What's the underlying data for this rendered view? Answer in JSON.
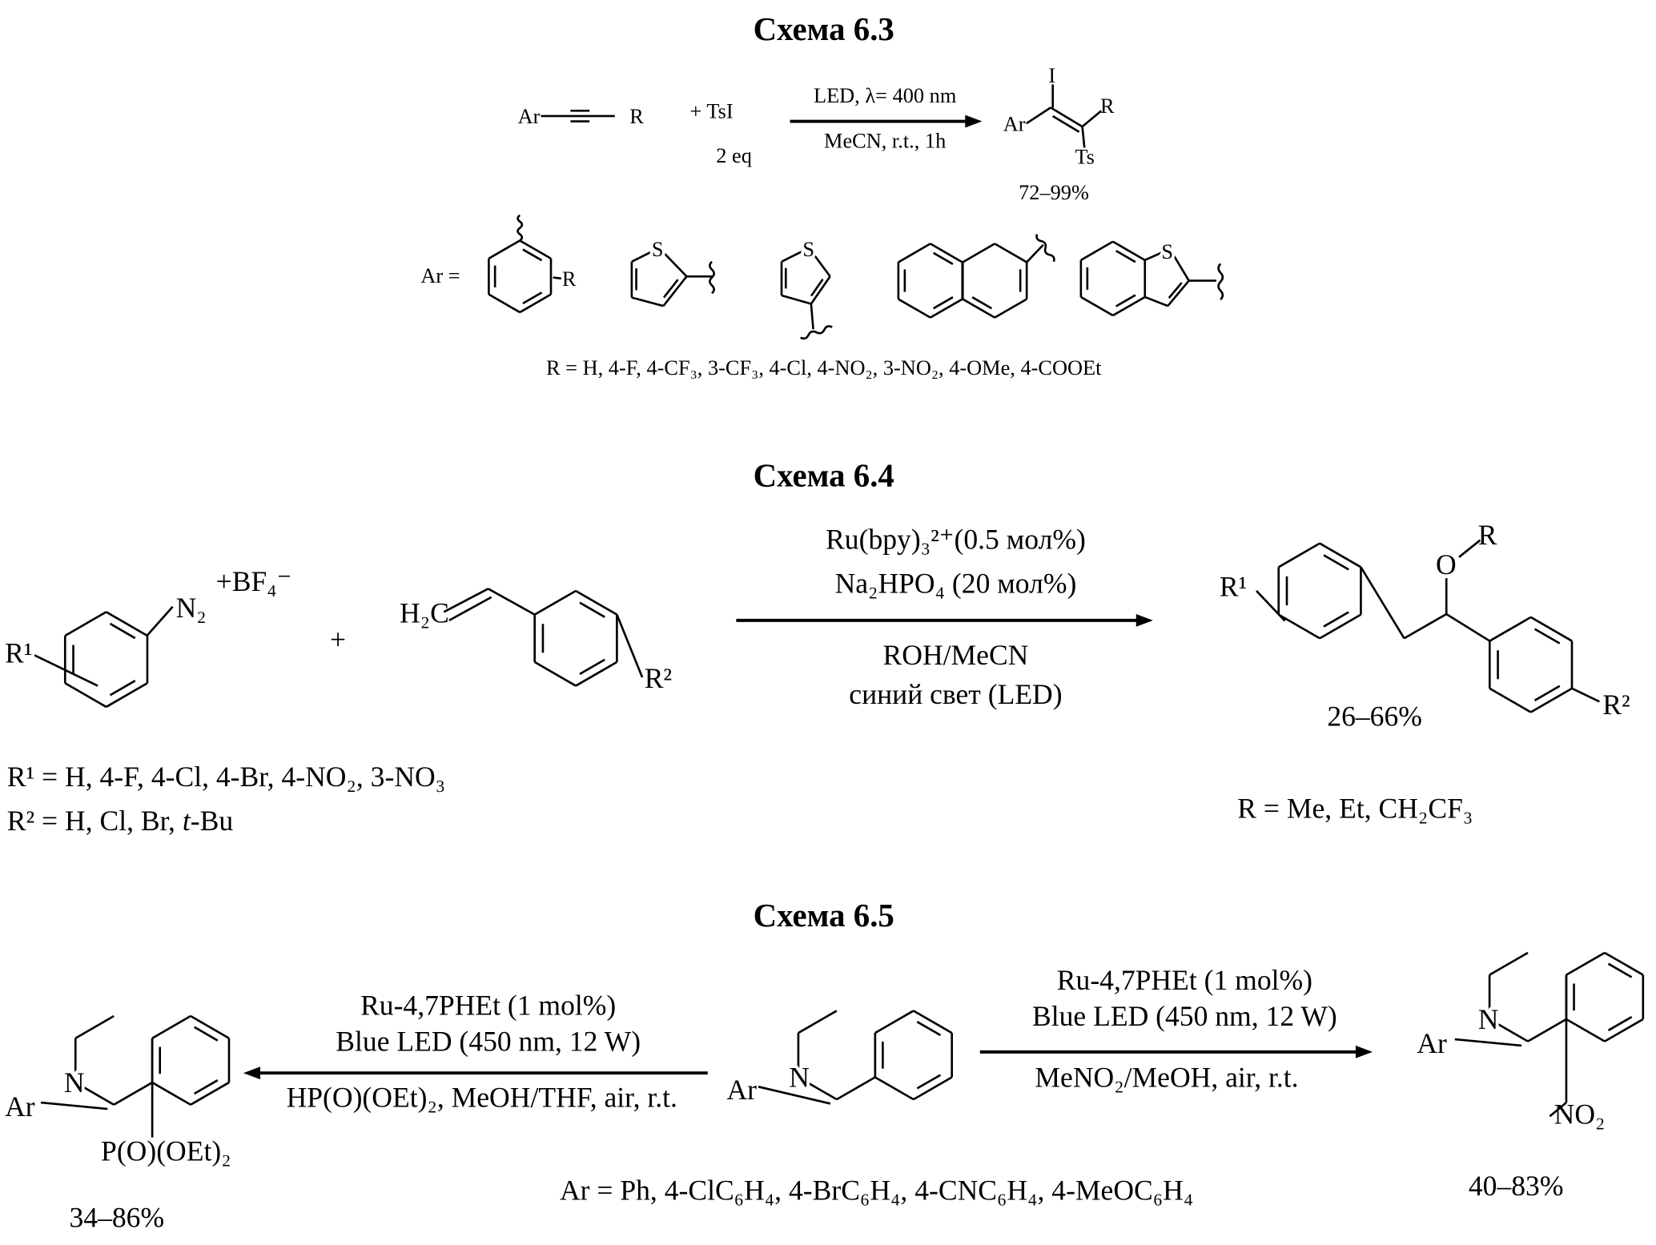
{
  "scheme_6_3": {
    "title": "Схема 6.3",
    "reactant_ar": "Ar",
    "reactant_r": "R",
    "plus_tsi": "+  TsI",
    "equiv": "2 eq",
    "cond_above": "LED, λ= 400 nm",
    "cond_below": "MeCN, r.t., 1h",
    "product_i": "I",
    "product_r": "R",
    "product_ar": "Ar",
    "product_ts": "Ts",
    "yield": "72–99%",
    "ar_label": "Ar =",
    "ar_r": "R",
    "s_label": "S",
    "r_list": "R = H, 4-F, 4-CF₃, 3-CF₃, 4-Cl, 4-NO₂, 3-NO₂, 4-OMe, 4-COOEt"
  },
  "scheme_6_4": {
    "title": "Схема 6.4",
    "r1": "R¹",
    "n2": "N₂",
    "bf4": "+BF₄⁻",
    "plus": "+",
    "h2c": "H₂C",
    "r2": "R²",
    "cond_above_1": "Ru(bpy)₃²⁺(0.5 мол%)",
    "cond_above_2": "Na₂HPO₄ (20 мол%)",
    "cond_below_1": "ROH/MeCN",
    "cond_below_2": "синий свет (LED)",
    "product_r1": "R¹",
    "product_o": "O",
    "product_r": "R",
    "product_r2": "R²",
    "yield": "26–66%",
    "r1_list": "R¹ = H, 4-F, 4-Cl, 4-Br, 4-NO₂, 3-NO₃",
    "r2_list_prefix": "R² = H, Cl, Br, ",
    "r2_list_italic": "t",
    "r2_list_suffix": "-Bu",
    "r_list": "R = Me, Et, CH₂CF₃"
  },
  "scheme_6_5": {
    "title": "Схема 6.5",
    "left_cond_above_1": "Ru-4,7PHEt (1 mol%)",
    "left_cond_above_2": "Blue LED (450 nm, 12 W)",
    "left_cond_below": "HP(O)(OEt)₂, MeOH/THF, air, r.t.",
    "right_cond_above_1": "Ru-4,7PHEt (1 mol%)",
    "right_cond_above_2": "Blue LED (450 nm, 12 W)",
    "right_cond_below": "MeNO₂/MeOH, air, r.t.",
    "n": "N",
    "ar": "Ar",
    "p_group": "P(O)(OEt)₂",
    "no2": "NO₂",
    "left_yield": "34–86%",
    "right_yield": "40–83%",
    "ar_list": "Ar = Ph, 4-ClC₆H₄, 4-BrC₆H₄, 4-CNC₆H₄, 4-MeOC₆H₄"
  }
}
